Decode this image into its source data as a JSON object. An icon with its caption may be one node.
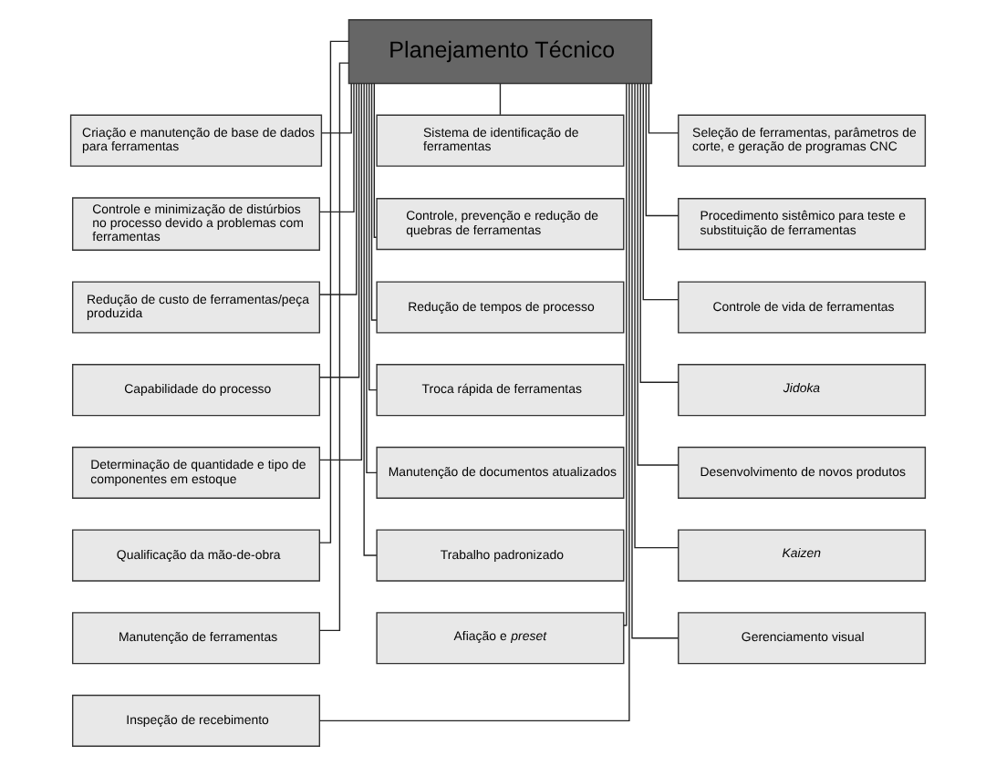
{
  "diagram": {
    "nodes": [
      {
        "text": [
          "Planejamento Técnico"
        ]
      },
      {
        "text": [
          "Criação e manutenção de base de dados para ferramentas"
        ]
      },
      {
        "text": [
          "Sistema de identificação de ferramentas"
        ]
      },
      {
        "text": [
          "Seleção de ferramentas, parâmetros de corte, e geração de programas CNC"
        ]
      },
      {
        "text": [
          "Controle e minimização de distúrbios no processo devido a problemas com ferramentas"
        ]
      },
      {
        "text": [
          "Controle, prevenção e redução de quebras de ferramentas"
        ]
      },
      {
        "text": [
          "Procedimento sistêmico para teste e substituição de ferramentas"
        ]
      },
      {
        "text": [
          "Redução de custo de ferramentas/peça produzida"
        ]
      },
      {
        "text": [
          "Redução de tempos de processo"
        ]
      },
      {
        "text": [
          "Controle de vida de ferramentas"
        ]
      },
      {
        "text": [
          "Capabilidade do processo"
        ]
      },
      {
        "text": [
          "Troca rápida de ferramentas"
        ]
      },
      {
        "text": [
          "Jidoka"
        ]
      },
      {
        "text": [
          "Determinação de quantidade e tipo de componentes em estoque"
        ]
      },
      {
        "text": [
          "Manutenção de documentos atualizados"
        ]
      },
      {
        "text": [
          "Desenvolvimento de novos produtos"
        ]
      },
      {
        "text": [
          "Qualificação da mão-de-obra"
        ]
      },
      {
        "text": [
          "Trabalho padronizado"
        ]
      },
      {
        "text": [
          "Kaizen"
        ]
      },
      {
        "text": [
          "Manutenção de ferramentas"
        ]
      },
      {
        "text": [
          "Afiação e *preset*"
        ]
      },
      {
        "text": [
          "Gerenciamento visual"
        ]
      },
      {
        "text": [
          "Inspeção de recebimento"
        ]
      }
    ],
    "edges": [
      {
        "from": 0,
        "to": 1,
        "arrow": "none"
      },
      {
        "from": 0,
        "to": 2,
        "arrow": "none"
      },
      {
        "from": 0,
        "to": 3,
        "arrow": "none"
      },
      {
        "from": 0,
        "to": 4,
        "arrow": "none"
      },
      {
        "from": 0,
        "to": 5,
        "arrow": "none"
      },
      {
        "from": 0,
        "to": 6,
        "arrow": "none"
      },
      {
        "from": 0,
        "to": 7,
        "arrow": "none"
      },
      {
        "from": 0,
        "to": 8,
        "arrow": "none"
      },
      {
        "from": 0,
        "to": 9,
        "arrow": "none"
      },
      {
        "from": 0,
        "to": 10,
        "arrow": "none"
      },
      {
        "from": 0,
        "to": 11,
        "arrow": "none"
      },
      {
        "from": 0,
        "to": 12,
        "arrow": "none"
      },
      {
        "from": 0,
        "to": 13,
        "arrow": "none"
      },
      {
        "from": 0,
        "to": 14,
        "arrow": "none"
      },
      {
        "from": 0,
        "to": 15,
        "arrow": "none"
      },
      {
        "from": 0,
        "to": 16,
        "arrow": "none"
      },
      {
        "from": 0,
        "to": 17,
        "arrow": "none"
      },
      {
        "from": 0,
        "to": 18,
        "arrow": "none"
      },
      {
        "from": 0,
        "to": 19,
        "arrow": "none"
      },
      {
        "from": 0,
        "to": 20,
        "arrow": "none"
      },
      {
        "from": 0,
        "to": 21,
        "arrow": "none"
      },
      {
        "from": 0,
        "to": 22,
        "arrow": "none"
      }
    ]
  }
}
